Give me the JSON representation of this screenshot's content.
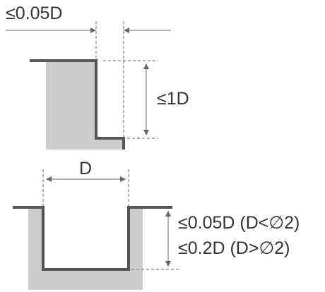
{
  "diagram": {
    "labels": {
      "top_offset": "≤0.05D",
      "step_height": "≤1D",
      "width": "D",
      "depth_line1": "≤0.05D (D<∅2)",
      "depth_line2": "≤0.2D (D>∅2)"
    },
    "colors": {
      "fill": "#cccccc",
      "outline": "#555555",
      "dim": "#666666",
      "text": "#333333"
    }
  }
}
